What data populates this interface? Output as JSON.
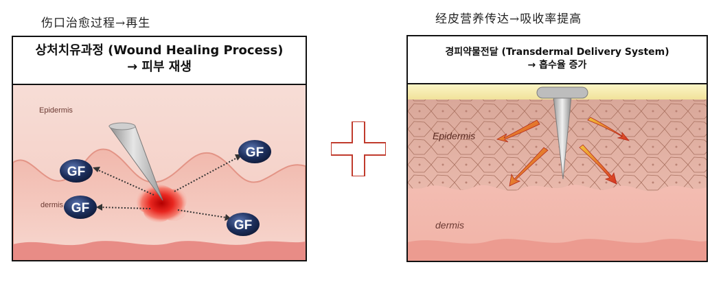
{
  "captions": {
    "left": "伤口治愈过程→再生",
    "right": "经皮营养传达→吸收率提高"
  },
  "left_panel": {
    "title_line1": "상처치유과정 (Wound Healing Process)",
    "title_line2": "→ 피부 재생",
    "layer_top": "Epidermis",
    "layer_bottom": "dermis",
    "factors": [
      "GF",
      "GF",
      "GF",
      "GF"
    ]
  },
  "right_panel": {
    "title_line1": "경피약물전달 (Transdermal Delivery System)",
    "title_line2": "→ 흡수율 증가",
    "layer_top": "Epidermis",
    "layer_bottom": "dermis"
  },
  "colors": {
    "plus": "#c0392b",
    "skin_light": "#f6d6cf",
    "skin_dark": "#e8a296",
    "gf_badge": "#1d2f5c",
    "arrow_red": "#d63422"
  }
}
